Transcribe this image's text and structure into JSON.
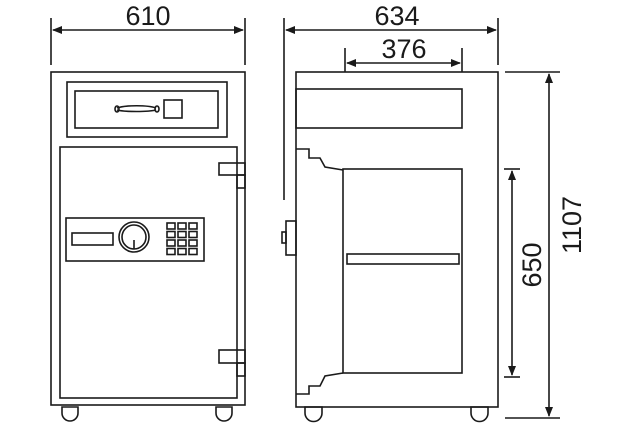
{
  "dimensions": {
    "front_width": "610",
    "side_depth": "634",
    "drawer_depth": "376",
    "inner_height": "650",
    "total_height": "1107"
  },
  "colors": {
    "line": "#1a1a1a",
    "background": "#ffffff"
  }
}
